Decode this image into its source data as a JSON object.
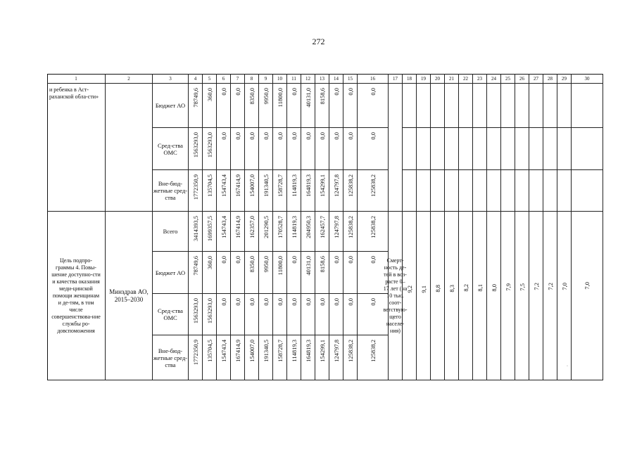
{
  "page_number": "272",
  "header_cols": [
    "1",
    "2",
    "3",
    "4",
    "5",
    "6",
    "7",
    "8",
    "9",
    "10",
    "11",
    "12",
    "13",
    "14",
    "15",
    "16",
    "17",
    "18",
    "19",
    "20",
    "21",
    "22",
    "23",
    "24",
    "25",
    "26",
    "27",
    "28",
    "29",
    "30"
  ],
  "block1": {
    "goal_text": "и ребенка в Аст-раханской обла-сти»",
    "rows": [
      {
        "source": "Бюджет АО",
        "values": [
          "78749,6",
          "360,0",
          "0,0",
          "0,0",
          "8350,0",
          "9950,0",
          "11800,0",
          "0,0",
          "40131,0",
          "8158,6",
          "0,0",
          "0,0",
          "0,0"
        ]
      },
      {
        "source": "Сред-ства ОМС",
        "values": [
          "1563293,0",
          "1563293,0",
          "0,0",
          "0,0",
          "0,0",
          "0,0",
          "0,0",
          "0,0",
          "0,0",
          "0,0",
          "0,0",
          "0,0",
          "0,0"
        ]
      },
      {
        "source": "Вне-бюд-жетные сред-ства",
        "values": [
          "1772350,9",
          "135704,5",
          "154743,4",
          "167414,9",
          "154007,0",
          "191340,5",
          "158728,7",
          "114819,3",
          "164819,3",
          "154299,1",
          "124797,8",
          "125838,2",
          "125838,2"
        ]
      }
    ]
  },
  "block2": {
    "goal_text": "Цель подпро-граммы 4. Повы-шение доступно-сти и качества оказания меди-цинской помощи женщинам и де-тям, в том числе совершенствова-ние службы ро-довспоможения",
    "executor": "Минздрав АО, 2015–2030",
    "indicator": "Смерт-ность де-тей в воз-расте 0–17 лет (на 10 тыс. соот-ветствую-щего населе-ния)",
    "targets": [
      "9,2",
      "9,1",
      "8,8",
      "8,3",
      "8,2",
      "8,1",
      "8,0",
      "7,9",
      "7,5",
      "7,2",
      "7,2",
      "7,0",
      "7,0"
    ],
    "rows": [
      {
        "source": "Всего",
        "values": [
          "3414393,5",
          "1699357,5",
          "154743,4",
          "167414,9",
          "162357,0",
          "201290,5",
          "170528,7",
          "114819,3",
          "204950,3",
          "162457,7",
          "124797,8",
          "125838,2",
          "125838,2"
        ]
      },
      {
        "source": "Бюджет АО",
        "values": [
          "78749,6",
          "360,0",
          "0,0",
          "0,0",
          "8350,0",
          "9950,0",
          "11800,0",
          "0,0",
          "40131,0",
          "8158,6",
          "0,0",
          "0,0",
          "0,0"
        ]
      },
      {
        "source": "Сред-ства ОМС",
        "values": [
          "1563293,0",
          "1563293,0",
          "0,0",
          "0,0",
          "0,0",
          "0,0",
          "0,0",
          "0,0",
          "0,0",
          "0,0",
          "0,0",
          "0,0",
          "0,0"
        ]
      },
      {
        "source": "Вне-бюд-жетные сред-ства",
        "values": [
          "1772350,9",
          "135704,5",
          "154743,4",
          "167414,9",
          "154007,0",
          "191340,5",
          "158728,7",
          "114819,3",
          "164819,3",
          "154299,1",
          "124797,8",
          "125838,2",
          "125838,2"
        ]
      }
    ]
  }
}
